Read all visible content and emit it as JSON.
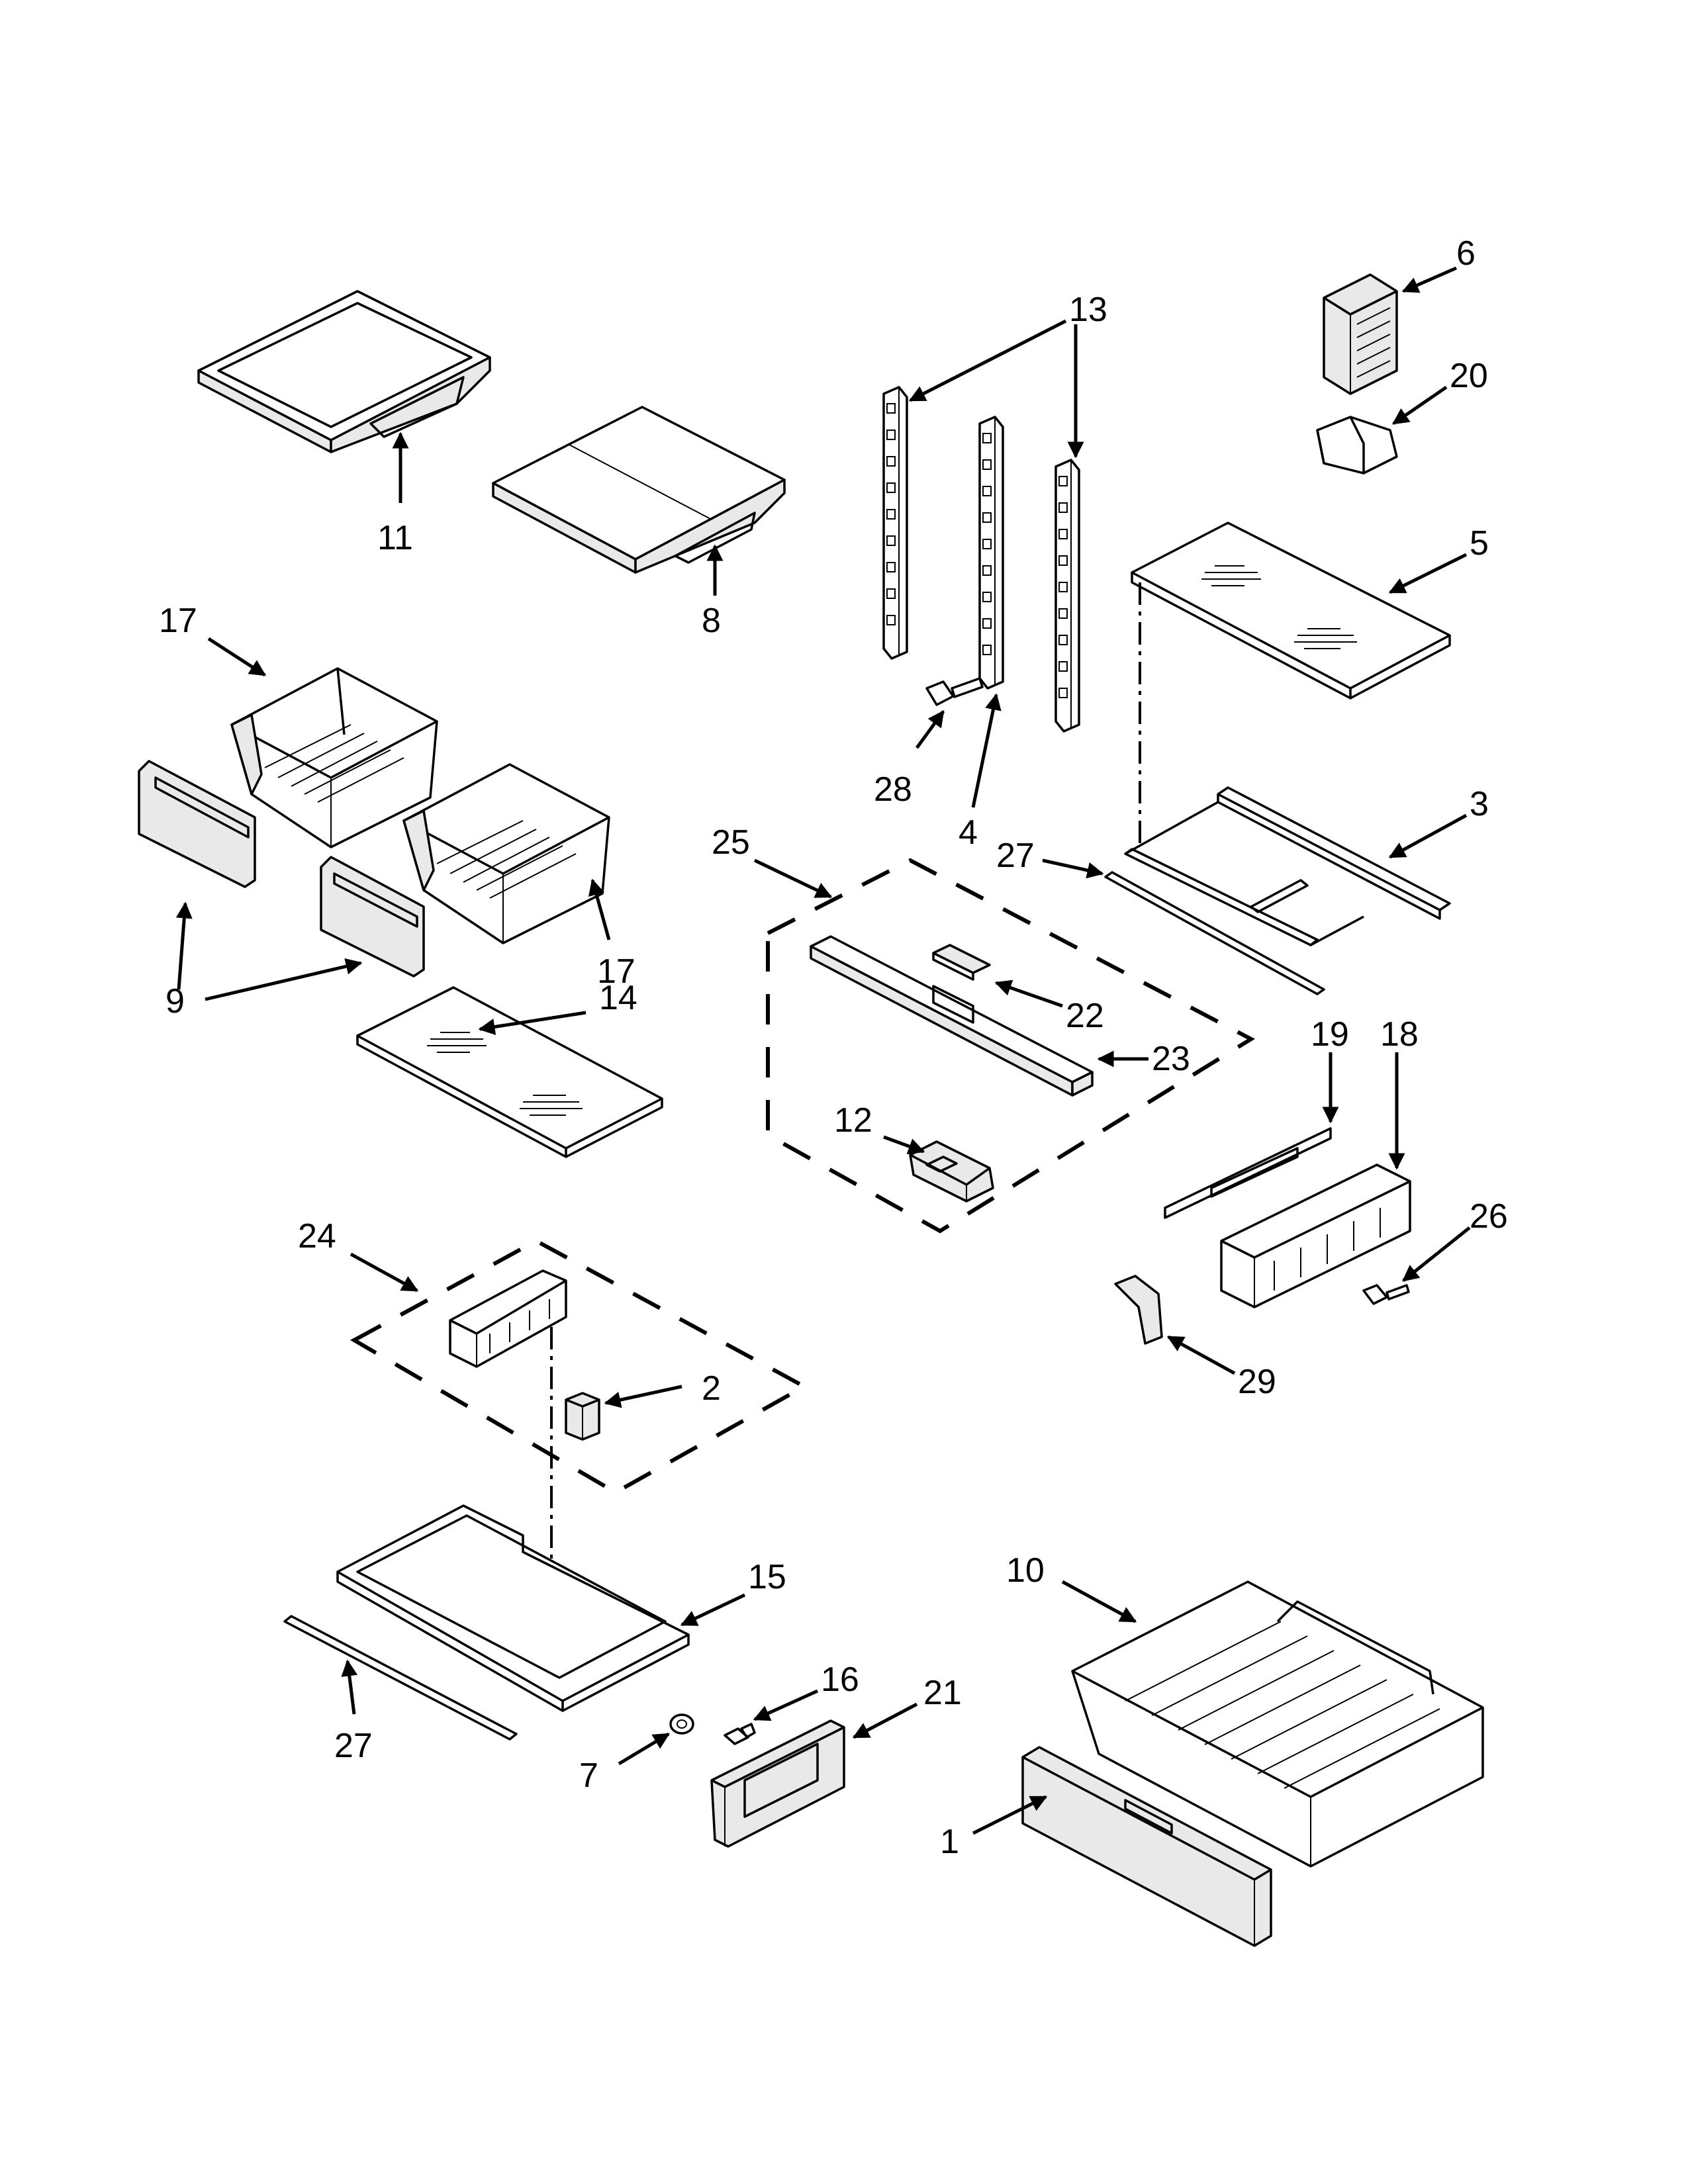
{
  "callouts": {
    "c1": "1",
    "c2": "2",
    "c3": "3",
    "c4": "4",
    "c5": "5",
    "c6": "6",
    "c7": "7",
    "c8": "8",
    "c9": "9",
    "c10": "10",
    "c11": "11",
    "c12": "12",
    "c13": "13",
    "c14": "14",
    "c15": "15",
    "c16": "16",
    "c17a": "17",
    "c17b": "17",
    "c18": "18",
    "c19": "19",
    "c20": "20",
    "c21": "21",
    "c22": "22",
    "c23": "23",
    "c24": "24",
    "c25": "25",
    "c26": "26",
    "c27a": "27",
    "c27b": "27",
    "c28": "28",
    "c29": "29"
  }
}
